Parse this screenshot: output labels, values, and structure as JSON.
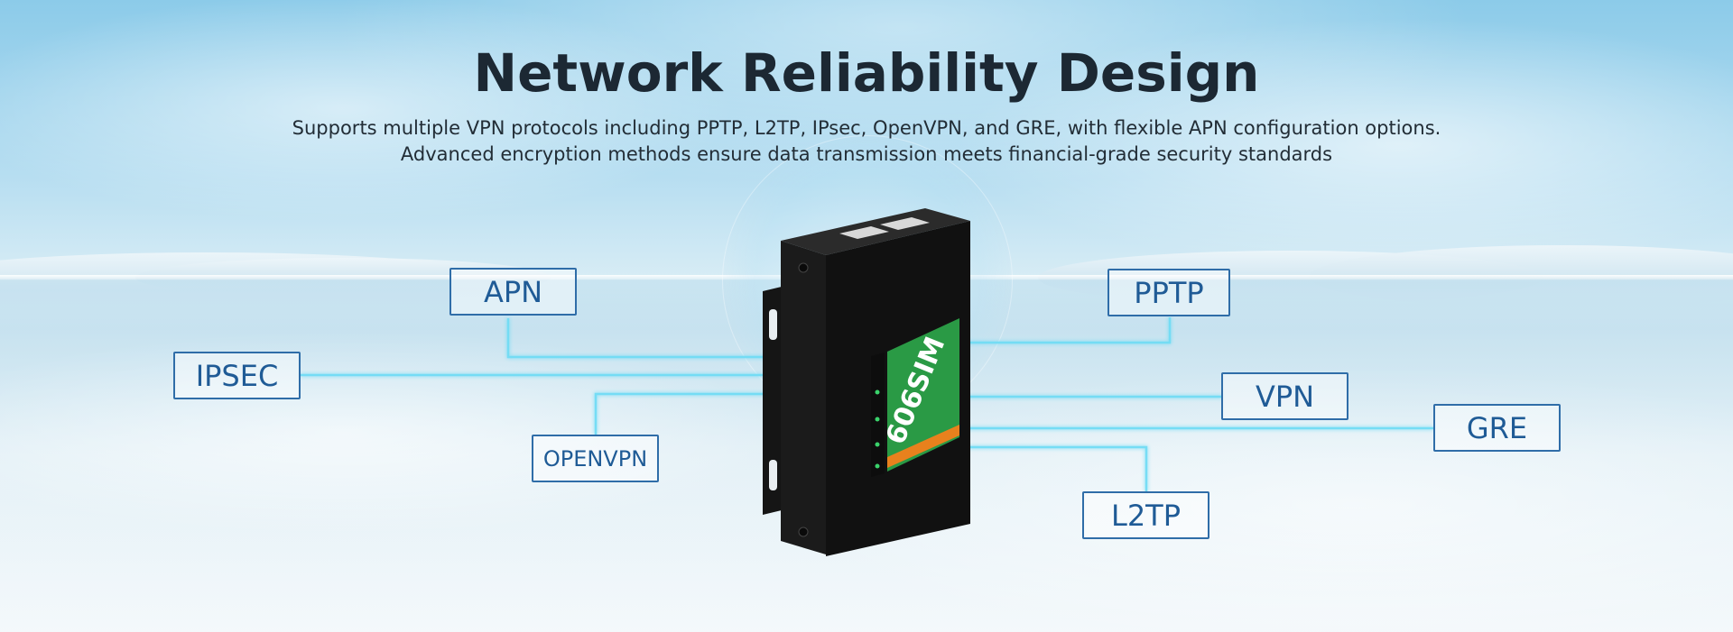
{
  "title": "Network Reliability Design",
  "subtitle": {
    "line1": "Supports multiple VPN protocols including PPTP, L2TP, IPsec, OpenVPN, and GRE, with flexible APN configuration options.",
    "line2": "Advanced encryption methods ensure data transmission meets financial-grade security standards"
  },
  "tags": {
    "apn": "APN",
    "ipsec": "IPSEC",
    "openvpn": "OPENVPN",
    "pptp": "PPTP",
    "vpn": "VPN",
    "gre": "GRE",
    "l2tp": "L2TP"
  },
  "device": {
    "label": "606SIM"
  },
  "colors": {
    "tag_border": "#2f6da8",
    "tag_text": "#1f5b96",
    "line_glow": "#5fd6f2",
    "device_body": "#1a1a1a",
    "device_label": "#2a9a45",
    "device_stripe": "#e8811d"
  }
}
